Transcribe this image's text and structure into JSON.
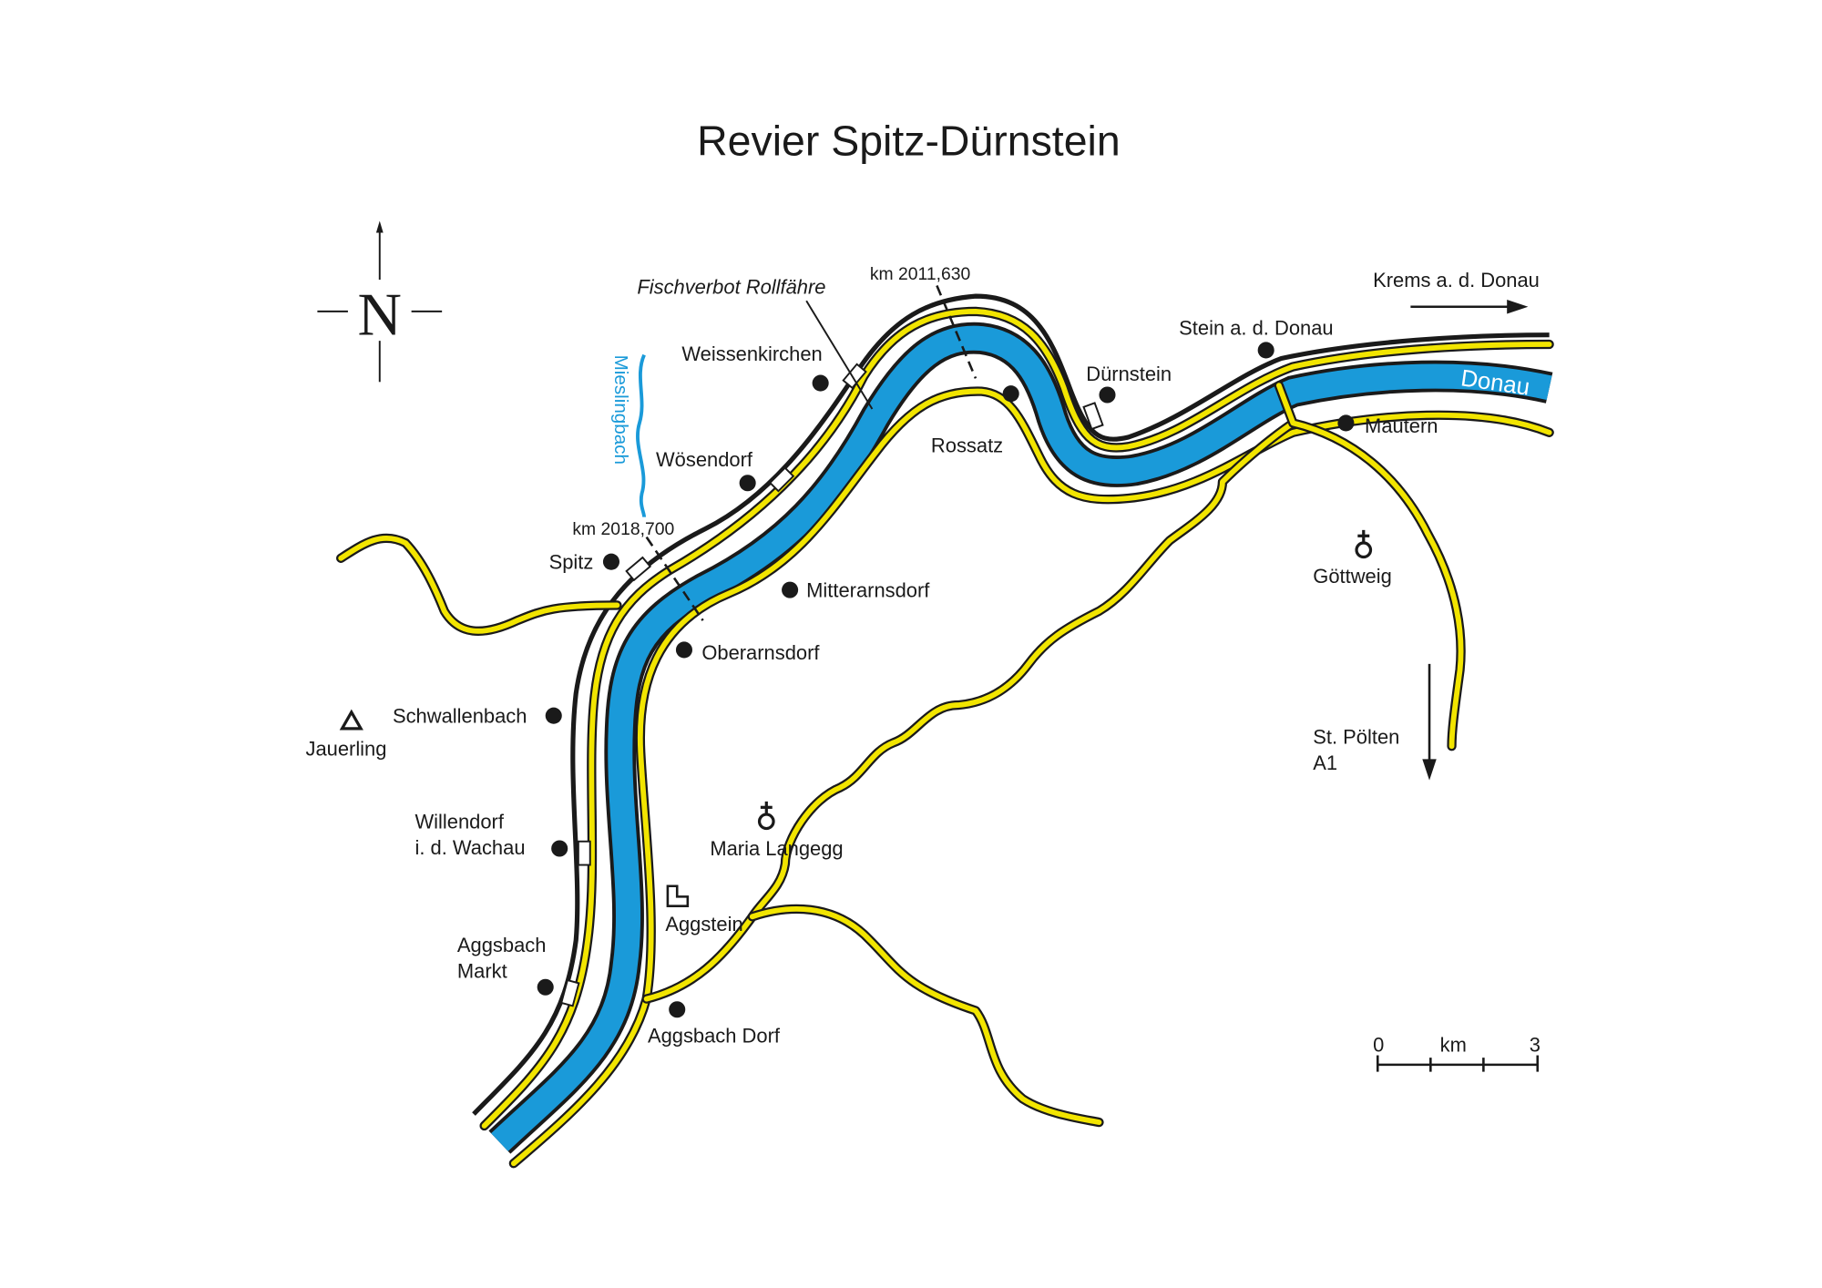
{
  "title": "Revier Spitz-Dürnstein",
  "compass": {
    "letter": "N"
  },
  "colors": {
    "river": "#1a9ad9",
    "road": "#f2e500",
    "outline": "#1a1a1a"
  },
  "river": {
    "name": "Donau",
    "tributary": "Mieslingbach"
  },
  "annotations": {
    "ferry": "Fischverbot Rollfähre",
    "km_east": "km 2011,630",
    "km_west": "km 2018,700"
  },
  "directions": {
    "krems": "Krems a. d. Donau",
    "st_poelten_1": "St. Pölten",
    "st_poelten_2": "A1"
  },
  "places": {
    "weissenkirchen": "Weissenkirchen",
    "woesendorf": "Wösendorf",
    "spitz": "Spitz",
    "duernstein": "Dürnstein",
    "stein": "Stein a. d. Donau",
    "mautern": "Mautern",
    "rossatz": "Rossatz",
    "mitterarnsdorf": "Mitterarnsdorf",
    "oberarnsdorf": "Oberarnsdorf",
    "goettweig": "Göttweig",
    "schwallenbach": "Schwallenbach",
    "jauerling": "Jauerling",
    "willendorf_1": "Willendorf",
    "willendorf_2": "i. d. Wachau",
    "maria_langegg": "Maria Langegg",
    "aggstein": "Aggstein",
    "aggsbach_markt_1": "Aggsbach",
    "aggsbach_markt_2": "Markt",
    "aggsbach_dorf": "Aggsbach Dorf"
  },
  "scale": {
    "start": "0",
    "unit": "km",
    "end": "3"
  }
}
